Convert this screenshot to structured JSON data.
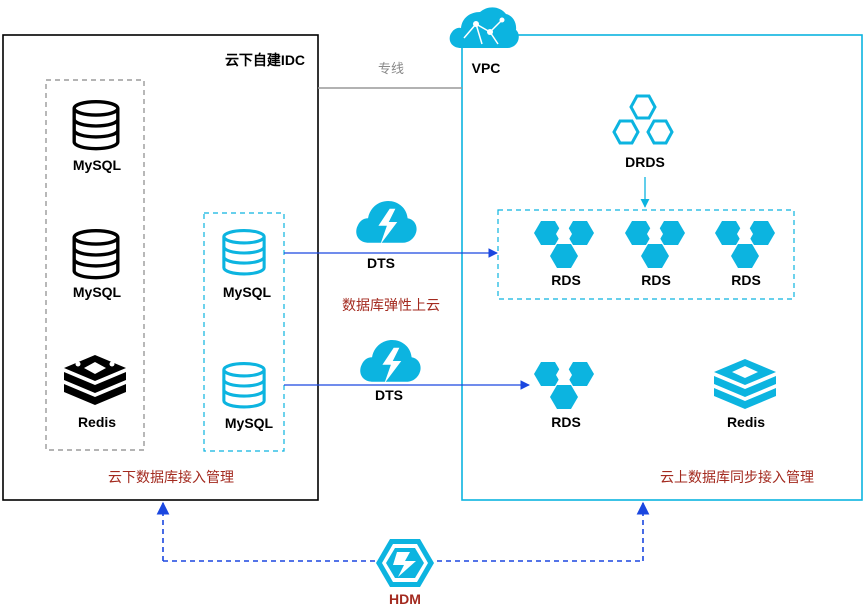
{
  "idc": {
    "title": "云下自建IDC",
    "management_label": "云下数据库接入管理",
    "source_dbs": [
      {
        "label": "MySQL",
        "icon": "mysql-database-icon"
      },
      {
        "label": "MySQL",
        "icon": "mysql-database-icon"
      },
      {
        "label": "Redis",
        "icon": "redis-icon"
      }
    ],
    "managed_dbs": [
      {
        "label": "MySQL",
        "icon": "mysql-database-icon"
      },
      {
        "label": "MySQL",
        "icon": "mysql-database-icon"
      }
    ]
  },
  "link": {
    "label": "专线"
  },
  "vpc": {
    "title": "VPC",
    "drds_label": "DRDS",
    "rds_group": [
      "RDS",
      "RDS",
      "RDS"
    ],
    "rds_single": "RDS",
    "redis_label": "Redis",
    "management_label": "云上数据库同步接入管理"
  },
  "dts": {
    "label_1": "DTS",
    "label_2": "DTS",
    "elastic_label": "数据库弹性上云"
  },
  "hdm": {
    "label": "HDM"
  },
  "colors": {
    "cyan": "#0cb4e0",
    "blue": "#1a47e0",
    "dark_red": "#a32a1f",
    "black": "#000000",
    "gray": "#999999"
  }
}
